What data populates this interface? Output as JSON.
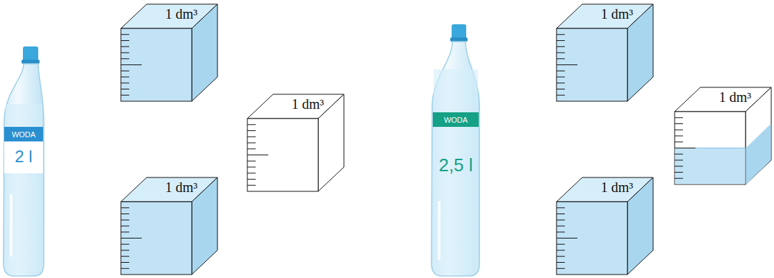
{
  "diagram": {
    "nodes": [
      {
        "text": [
          "WODA",
          "2 l"
        ]
      },
      {
        "text": [
          "1 dm³"
        ]
      },
      {
        "text": [
          "1 dm³"
        ]
      },
      {
        "text": [
          "1 dm³"
        ]
      },
      {
        "text": [
          "WODA",
          "2,5 l"
        ]
      },
      {
        "text": [
          "1 dm³"
        ]
      },
      {
        "text": [
          "1 dm³"
        ]
      },
      {
        "text": [
          "1 dm³"
        ]
      }
    ]
  }
}
